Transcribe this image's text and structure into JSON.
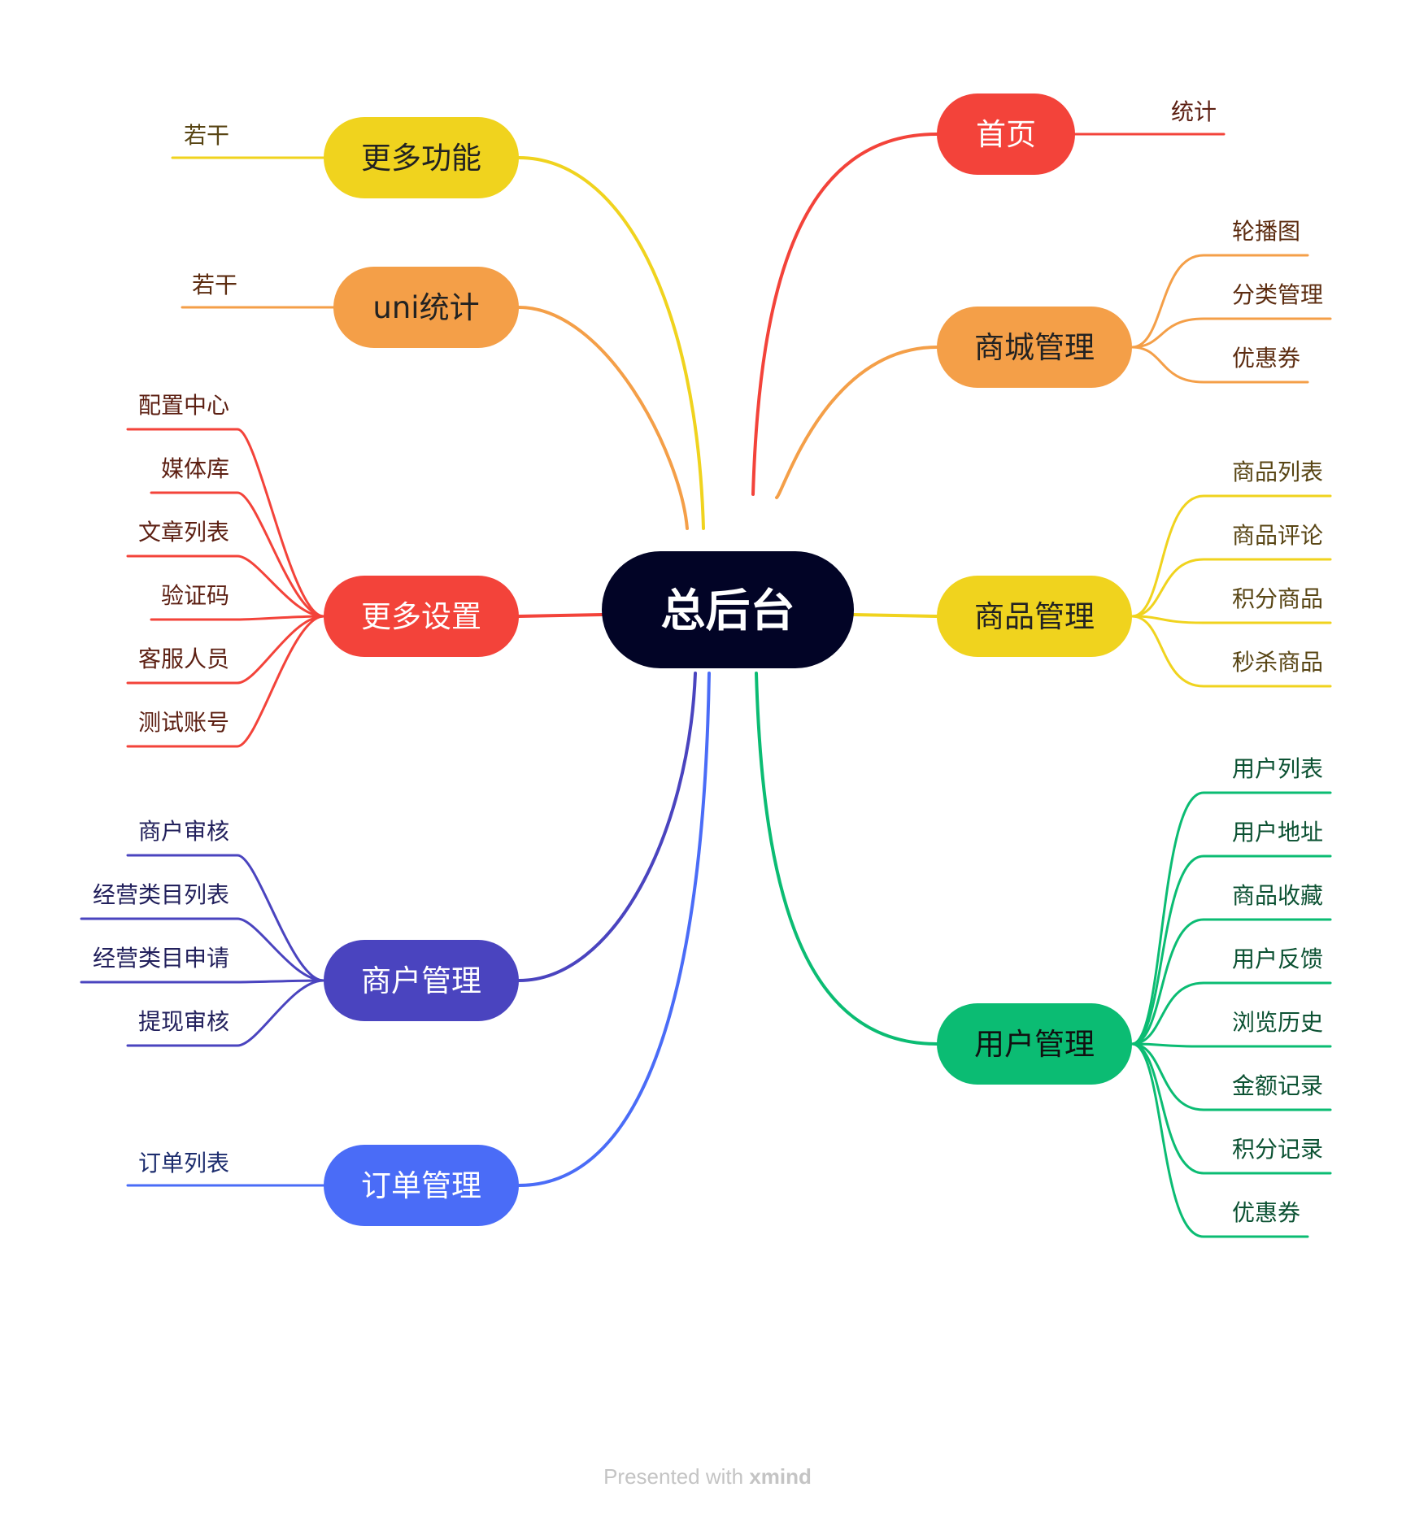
{
  "root": {
    "label": "总后台",
    "fill": "#020426",
    "text": "#ffffff"
  },
  "branches": [
    {
      "id": "home",
      "label": "首页",
      "side": "right",
      "color": "#f3433a",
      "text_color": "#ffffff",
      "leaf_text": "#5c1f12",
      "children": [
        "统计"
      ]
    },
    {
      "id": "mall",
      "label": "商城管理",
      "side": "right",
      "color": "#f49f48",
      "text_color": "#222222",
      "leaf_text": "#5c2c10",
      "children": [
        "轮播图",
        "分类管理",
        "优惠券"
      ]
    },
    {
      "id": "goods",
      "label": "商品管理",
      "side": "right",
      "color": "#f0d31e",
      "text_color": "#222222",
      "leaf_text": "#584514",
      "children": [
        "商品列表",
        "商品评论",
        "积分商品",
        "秒杀商品"
      ]
    },
    {
      "id": "user",
      "label": "用户管理",
      "side": "right",
      "color": "#0bbc73",
      "text_color": "#111111",
      "leaf_text": "#0b5132",
      "children": [
        "用户列表",
        "用户地址",
        "商品收藏",
        "用户反馈",
        "浏览历史",
        "金额记录",
        "积分记录",
        "优惠券"
      ]
    },
    {
      "id": "more_func",
      "label": "更多功能",
      "side": "left",
      "color": "#f0d31e",
      "text_color": "#222222",
      "leaf_text": "#584514",
      "children": [
        "若干"
      ]
    },
    {
      "id": "uni",
      "label": "uni统计",
      "side": "left",
      "color": "#f49f48",
      "text_color": "#222222",
      "leaf_text": "#5c2c10",
      "children": [
        "若干"
      ]
    },
    {
      "id": "settings",
      "label": "更多设置",
      "side": "left",
      "color": "#f3433a",
      "text_color": "#ffffff",
      "leaf_text": "#5c1f12",
      "children": [
        "配置中心",
        "媒体库",
        "文章列表",
        "验证码",
        "客服人员",
        "测试账号"
      ]
    },
    {
      "id": "merchant",
      "label": "商户管理",
      "side": "left",
      "color": "#4a44bf",
      "text_color": "#ffffff",
      "leaf_text": "#22205c",
      "children": [
        "商户审核",
        "经营类目列表",
        "经营类目申请",
        "提现审核"
      ]
    },
    {
      "id": "order",
      "label": "订单管理",
      "side": "left",
      "color": "#4a6cf7",
      "text_color": "#ffffff",
      "leaf_text": "#1d2d6e",
      "children": [
        "订单列表"
      ]
    }
  ],
  "footer": {
    "prefix": "Presented with ",
    "brand": "xmind",
    "color": "#c4c4c4"
  }
}
